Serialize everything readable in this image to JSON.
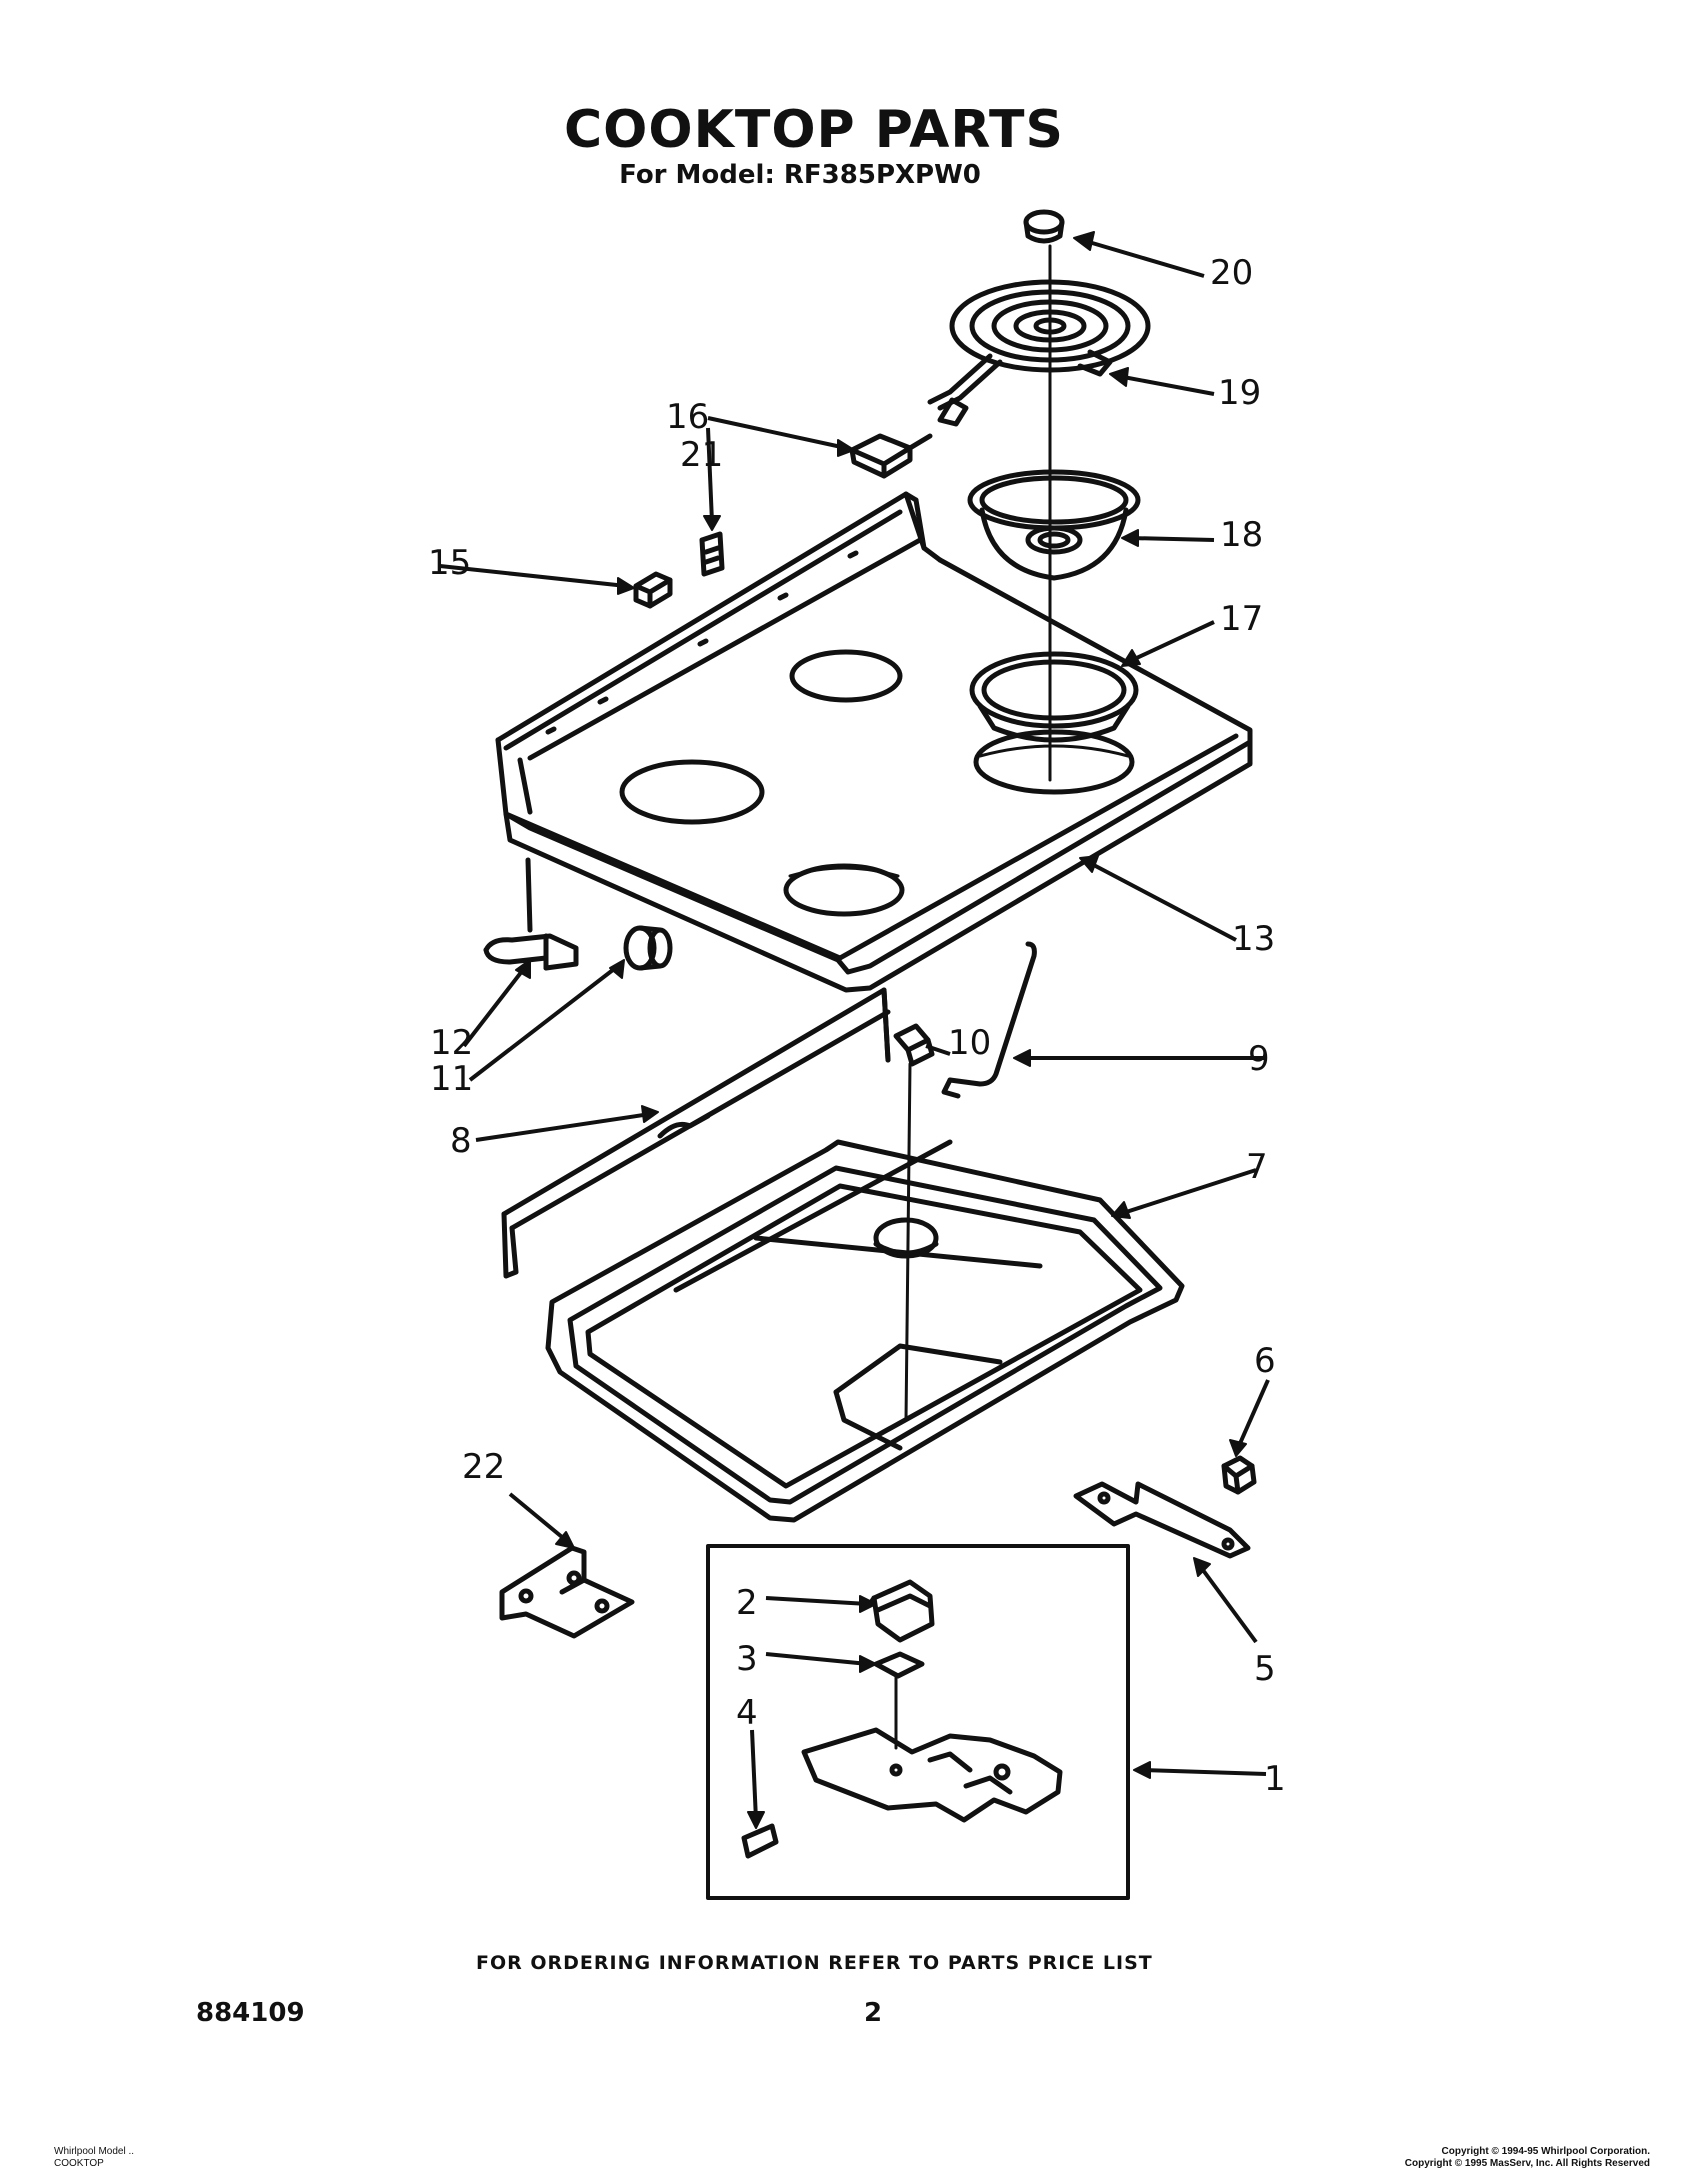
{
  "header": {
    "title": "COOKTOP PARTS",
    "model_line": "For Model: RF385PXPW0"
  },
  "callouts": [
    "1",
    "2",
    "3",
    "4",
    "5",
    "6",
    "7",
    "8",
    "9",
    "10",
    "11",
    "12",
    "13",
    "15",
    "16",
    "17",
    "18",
    "19",
    "20",
    "21",
    "22"
  ],
  "footer": {
    "ordering_note": "FOR ORDERING INFORMATION REFER TO PARTS PRICE LIST",
    "doc_number": "884109",
    "page_number": "2",
    "left_small_1": "Whirlpool Model ..",
    "left_small_2": "COOKTOP",
    "right_small_1": "Copyright © 1994-95 Whirlpool Corporation.",
    "right_small_2": "Copyright © 1995 MasServ, Inc. All Rights Reserved"
  }
}
